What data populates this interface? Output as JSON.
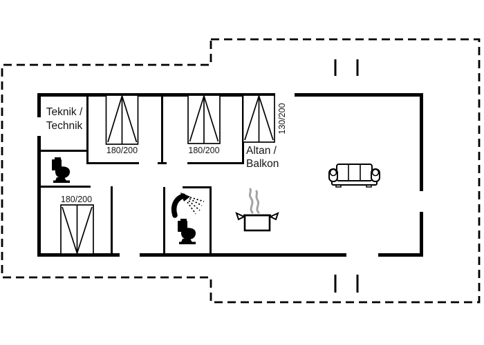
{
  "rooms": {
    "technik": {
      "line1": "Teknik /",
      "line2": "Technik"
    },
    "balcony": {
      "line1": "Altan /",
      "line2": "Balkon"
    }
  },
  "beds": {
    "bedroom1_size": "180/200",
    "bedroom2_size": "180/200",
    "alcove_size": "130/200",
    "bedroom3_size": "180/200"
  },
  "icons": {
    "wc_toilet": "toilet-icon",
    "bath_toilet": "toilet-icon",
    "bath_shower": "shower-icon",
    "kitchen_pot": "cooking-pot-icon",
    "living_sofa": "sofa-icon",
    "terrace_steps": "steps-icon"
  },
  "colors": {
    "line": "#000000",
    "steam": "#a3a3a3",
    "background": "#ffffff"
  }
}
